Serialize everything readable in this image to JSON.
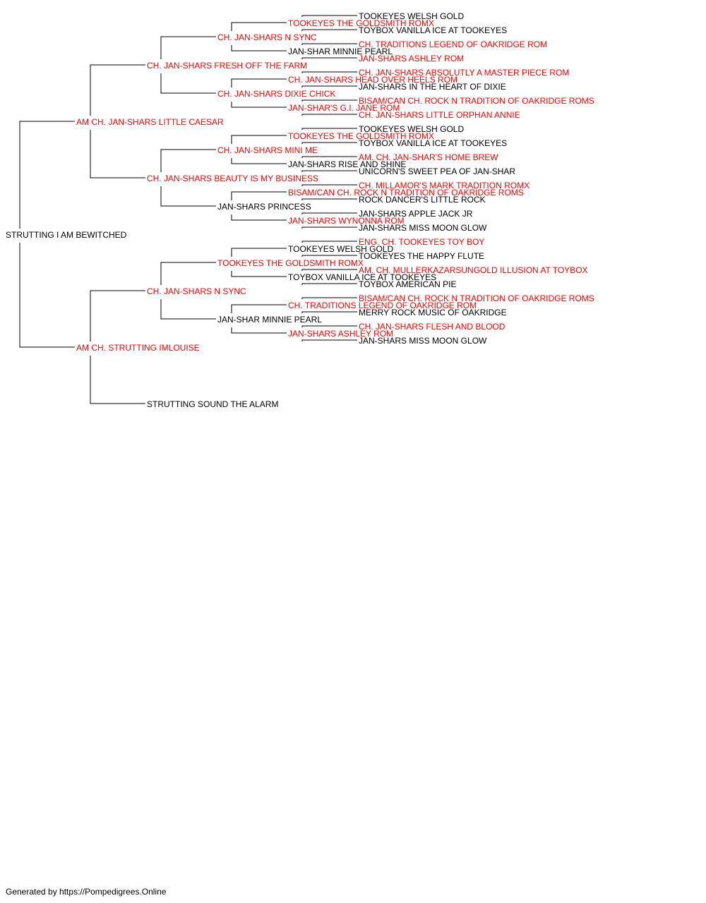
{
  "colors": {
    "titled": "#ff0000",
    "plain": "#000000",
    "line": "#000000"
  },
  "pedigree": {
    "name": "STRUTTING I AM BEWITCHED",
    "titled": false,
    "sire": {
      "name": "AM CH. JAN-SHARS LITTLE CAESAR",
      "titled": true,
      "sire": {
        "name": "CH. JAN-SHARS FRESH OFF THE FARM",
        "titled": true,
        "sire": {
          "name": "CH. JAN-SHARS N SYNC",
          "titled": true,
          "sire": {
            "name": "TOOKEYES THE GOLDSMITH ROMX",
            "titled": true,
            "sire": {
              "name": "TOOKEYES WELSH GOLD",
              "titled": false
            },
            "dam": {
              "name": "TOYBOX VANILLA ICE AT TOOKEYES",
              "titled": false
            }
          },
          "dam": {
            "name": "JAN-SHAR MINNIE PEARL",
            "titled": false,
            "sire": {
              "name": "CH. TRADITIONS LEGEND OF OAKRIDGE ROM",
              "titled": true
            },
            "dam": {
              "name": "JAN-SHARS ASHLEY ROM",
              "titled": true
            }
          }
        },
        "dam": {
          "name": "CH. JAN-SHARS DIXIE CHICK",
          "titled": true,
          "sire": {
            "name": "CH. JAN-SHARS HEAD OVER HEELS ROM",
            "titled": true,
            "sire": {
              "name": "CH. JAN-SHARS ABSOLUTLY A MASTER PIECE ROM",
              "titled": true
            },
            "dam": {
              "name": "JAN-SHARS IN THE HEART OF DIXIE",
              "titled": false
            }
          },
          "dam": {
            "name": "JAN-SHAR'S G.I. JANE ROM",
            "titled": true,
            "sire": {
              "name": "BISAM/CAN CH. ROCK N TRADITION OF OAKRIDGE ROMS",
              "titled": true
            },
            "dam": {
              "name": "CH. JAN-SHARS LITTLE ORPHAN ANNIE",
              "titled": true
            }
          }
        }
      },
      "dam": {
        "name": "CH. JAN-SHARS BEAUTY IS MY BUSINESS",
        "titled": true,
        "sire": {
          "name": "CH. JAN-SHARS MINI ME",
          "titled": true,
          "sire": {
            "name": "TOOKEYES THE GOLDSMITH ROMX",
            "titled": true,
            "sire": {
              "name": "TOOKEYES WELSH GOLD",
              "titled": false
            },
            "dam": {
              "name": "TOYBOX VANILLA ICE AT TOOKEYES",
              "titled": false
            }
          },
          "dam": {
            "name": "JAN-SHARS RISE AND SHINE",
            "titled": false,
            "sire": {
              "name": "AM. CH. JAN-SHAR'S HOME BREW",
              "titled": true
            },
            "dam": {
              "name": "UNICORN'S SWEET PEA OF JAN-SHAR",
              "titled": false
            }
          }
        },
        "dam": {
          "name": "JAN-SHARS PRINCESS",
          "titled": false,
          "sire": {
            "name": "BISAM/CAN CH. ROCK N TRADITION OF OAKRIDGE ROMS",
            "titled": true,
            "sire": {
              "name": "CH. MILLAMOR'S MARK TRADITION ROMX",
              "titled": true
            },
            "dam": {
              "name": "ROCK DANCER'S LITTLE ROCK",
              "titled": false
            }
          },
          "dam": {
            "name": "JAN-SHARS WYNONNA ROM",
            "titled": true,
            "sire": {
              "name": "JAN-SHARS APPLE JACK JR",
              "titled": false
            },
            "dam": {
              "name": "JAN-SHARS MISS MOON GLOW",
              "titled": false
            }
          }
        }
      }
    },
    "dam": {
      "name": "AM CH. STRUTTING IMLOUISE",
      "titled": true,
      "sire": {
        "name": "CH. JAN-SHARS N SYNC",
        "titled": true,
        "sire": {
          "name": "TOOKEYES THE GOLDSMITH ROMX",
          "titled": true,
          "sire": {
            "name": "TOOKEYES WELSH GOLD",
            "titled": false,
            "sire": {
              "name": "ENG. CH. TOOKEYES TOY BOY",
              "titled": true
            },
            "dam": {
              "name": "TOOKEYES THE HAPPY FLUTE",
              "titled": false
            }
          },
          "dam": {
            "name": "TOYBOX VANILLA ICE AT TOOKEYES",
            "titled": false,
            "sire": {
              "name": "AM. CH. MULLERKAZARSUNGOLD ILLUSION AT TOYBOX",
              "titled": true
            },
            "dam": {
              "name": "TOYBOX AMERICAN PIE",
              "titled": false
            }
          }
        },
        "dam": {
          "name": "JAN-SHAR MINNIE PEARL",
          "titled": false,
          "sire": {
            "name": "CH. TRADITIONS LEGEND OF OAKRIDGE ROM",
            "titled": true,
            "sire": {
              "name": "BISAM/CAN CH. ROCK N TRADITION OF OAKRIDGE ROMS",
              "titled": true
            },
            "dam": {
              "name": "MERRY ROCK MUSIC OF OAKRIDGE",
              "titled": false
            }
          },
          "dam": {
            "name": "JAN-SHARS ASHLEY ROM",
            "titled": true,
            "sire": {
              "name": "CH. JAN-SHARS FLESH AND BLOOD",
              "titled": true
            },
            "dam": {
              "name": "JAN-SHARS MISS MOON GLOW",
              "titled": false
            }
          }
        }
      },
      "dam": {
        "name": "STRUTTING SOUND THE ALARM",
        "titled": false
      }
    }
  },
  "footer": "Generated by https://Pompedigrees.Online"
}
